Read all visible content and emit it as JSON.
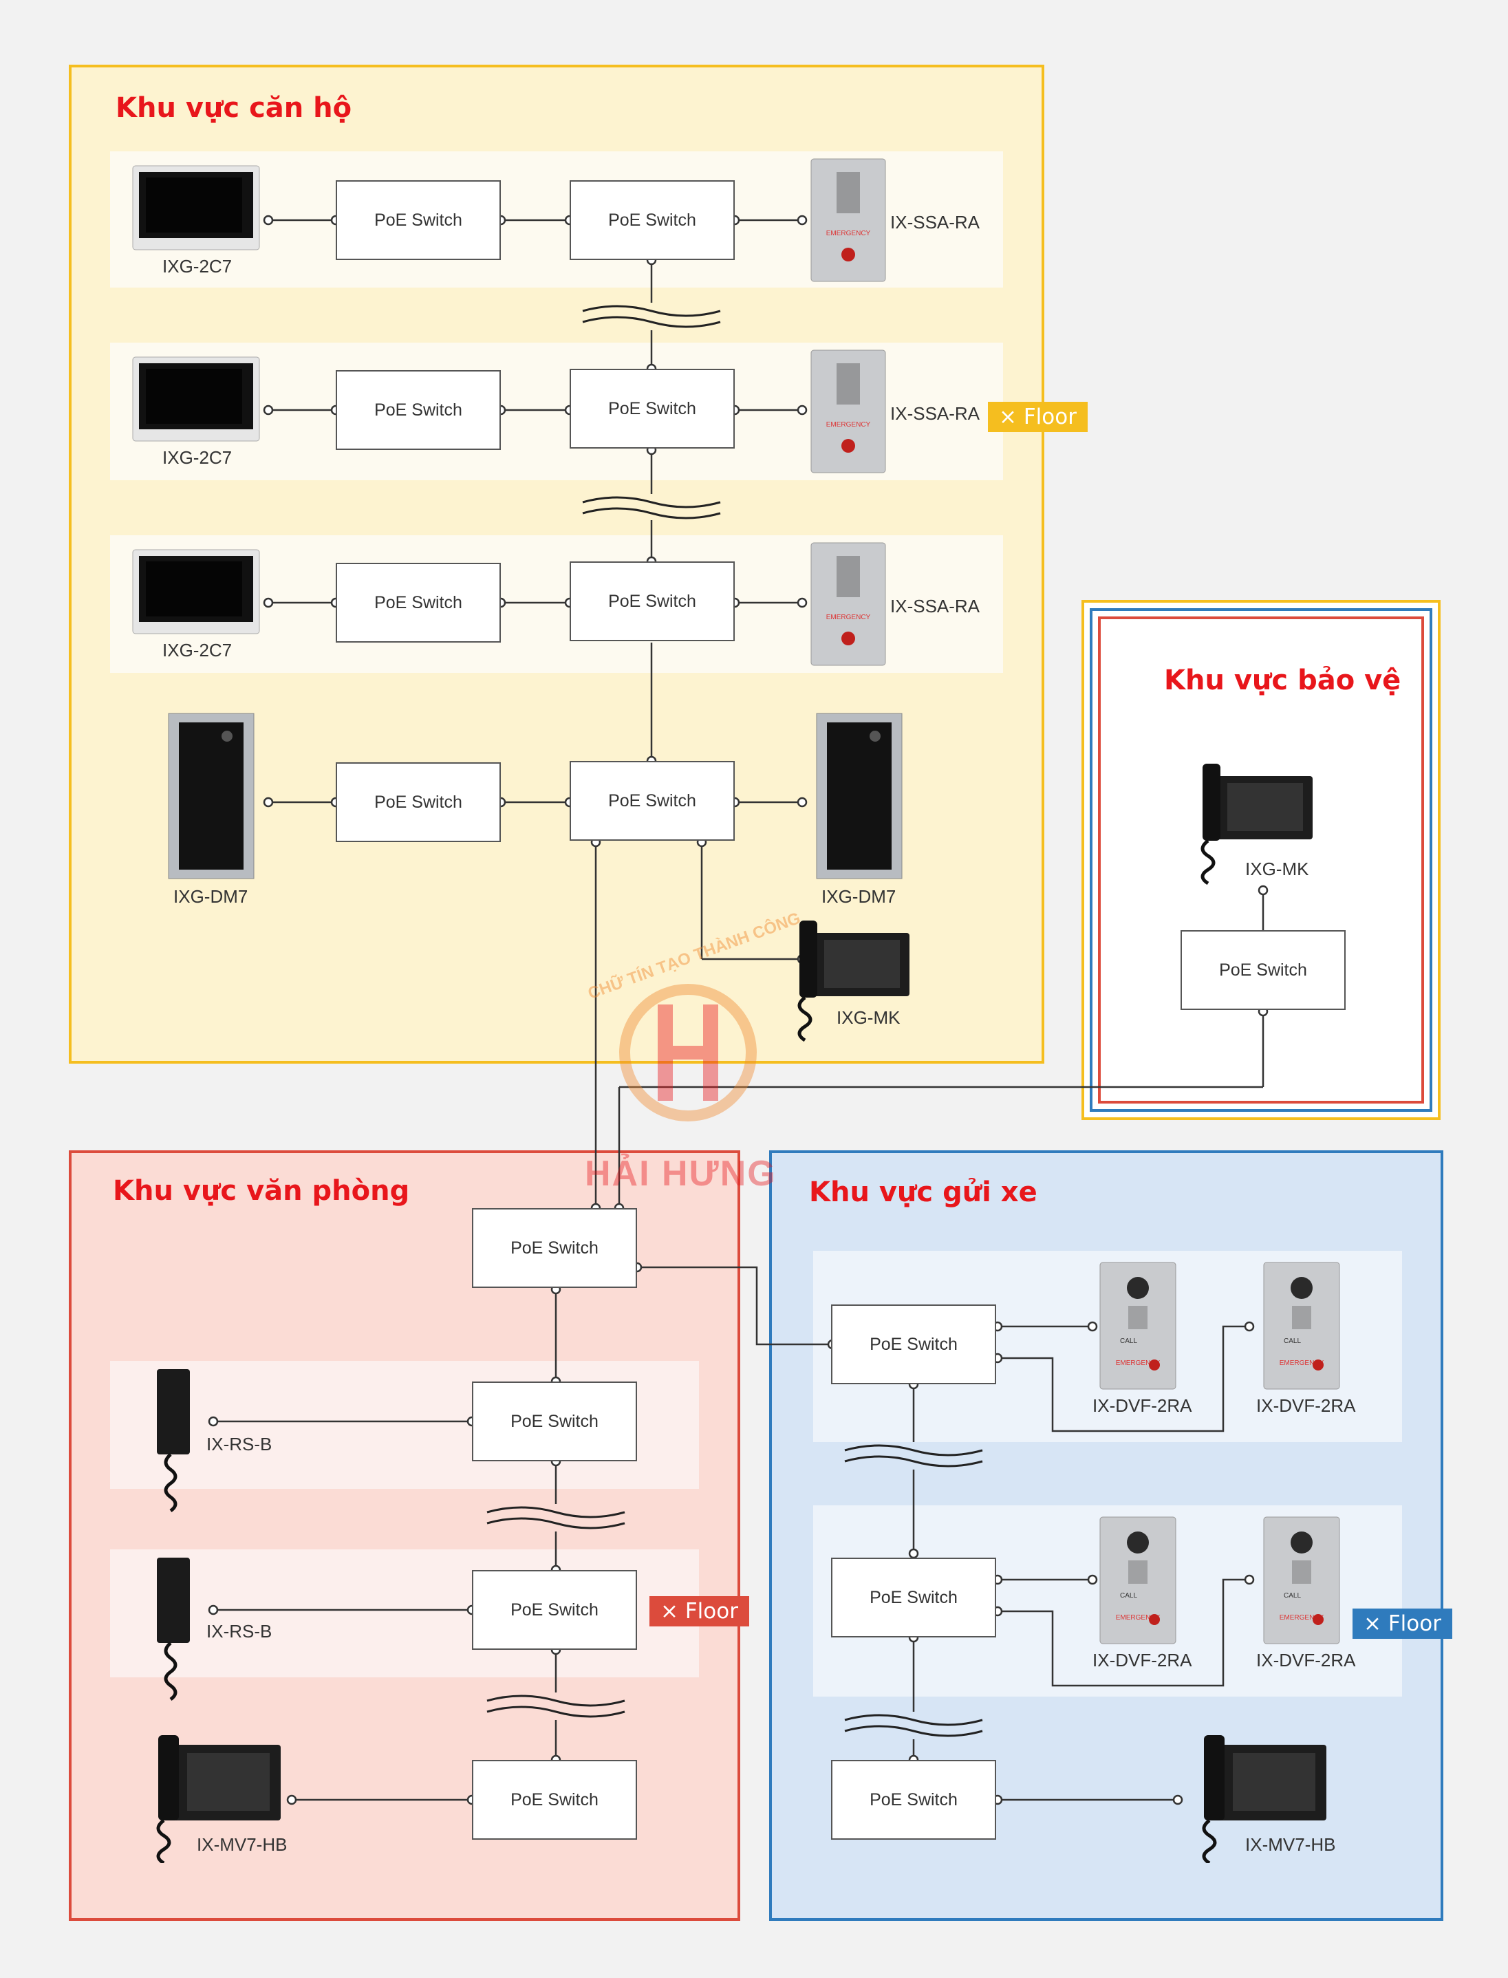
{
  "colors": {
    "zone_apartment": "#f5be1f",
    "zone_office": "#dc4b3c",
    "zone_parking": "#2f7bbd",
    "zone_security_outer": "#f5be1f",
    "title_red": "#e8161b"
  },
  "zones": {
    "apartment": {
      "title": "Khu vực căn hộ"
    },
    "security": {
      "title": "Khu vực bảo vệ"
    },
    "office": {
      "title": "Khu vực văn phòng"
    },
    "parking": {
      "title": "Khu vực gửi xe"
    }
  },
  "switch_label": "PoE Switch",
  "floor_badge": "× Floor",
  "apartment": {
    "monitors": [
      "IXG-2C7",
      "IXG-2C7",
      "IXG-2C7"
    ],
    "stations": [
      "IX-SSA-RA",
      "IX-SSA-RA",
      "IX-SSA-RA"
    ],
    "door_left": "IXG-DM7",
    "door_right": "IXG-DM7",
    "guard_station": "IXG-MK"
  },
  "security": {
    "station": "IXG-MK"
  },
  "office": {
    "handsets": [
      "IX-RS-B",
      "IX-RS-B"
    ],
    "master": "IX-MV7-HB"
  },
  "parking": {
    "doors": [
      "IX-DVF-2RA",
      "IX-DVF-2RA",
      "IX-DVF-2RA",
      "IX-DVF-2RA"
    ],
    "master": "IX-MV7-HB"
  },
  "watermark": {
    "brand": "HẢI HƯNG",
    "slogan": "CHỮ TÍN TẠO THÀNH CÔNG",
    "icon": "hai-hung-logo"
  }
}
